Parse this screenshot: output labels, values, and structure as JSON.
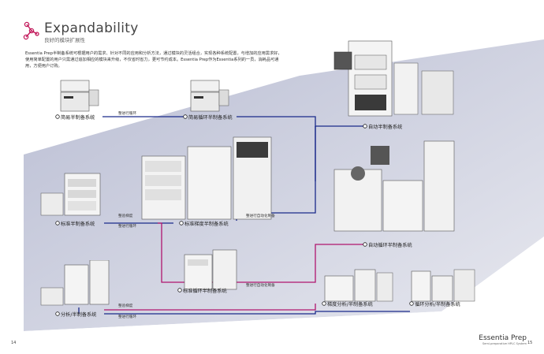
{
  "header": {
    "title": "Expandability",
    "subtitle": "良好的模块扩展性"
  },
  "intro": "Essentia Prep半制备系统可根据用户的需求、针对不同的应用和分析方法，通过模块的灵活组合，实现各种系统配置，与增加的应用需求好，使用简单配置的用户只需通过追加相应的模块来升级，不仅省时省力，更可节约成本。Essentia Prep作为Essentia系列的一员，消耗品可通用，方便用户订购。",
  "systems": {
    "simple": "简易半制备系统",
    "simple_recycle": "简易循环半制备系统",
    "auto": "自动半制备系统",
    "standard": "标准半制备系统",
    "standard_recycle": "标准梯度半制备系统",
    "auto_recycle": "自动循环半制备系统",
    "std_recycle_prep": "标准循环半制备系统",
    "gradient_analytical": "梯度分析/半制备系统",
    "analytical": "分析/半制备系统",
    "recycle_analytical": "循环分析/半制备系统"
  },
  "connectors": {
    "add_recycle_valve_1": "整进行循环",
    "add_gradient_1": "整验梯度",
    "add_recycle_valve_2": "整进行循环",
    "add_auto_1": "整进行自动化制备",
    "add_auto_2": "整进行自动化制备",
    "add_gradient_2": "整验梯度",
    "add_recycle_valve_3": "整进行循环"
  },
  "footer": {
    "page_left": "14",
    "page_right": "15",
    "brand": "Essentia Prep",
    "brand_sub": "Semi-preparative HPLC System"
  },
  "colors": {
    "band": "#c9ccdb",
    "blue_line": "#1a2a8a",
    "magenta_line": "#b0156e",
    "icon_accent": "#c21a5b"
  }
}
